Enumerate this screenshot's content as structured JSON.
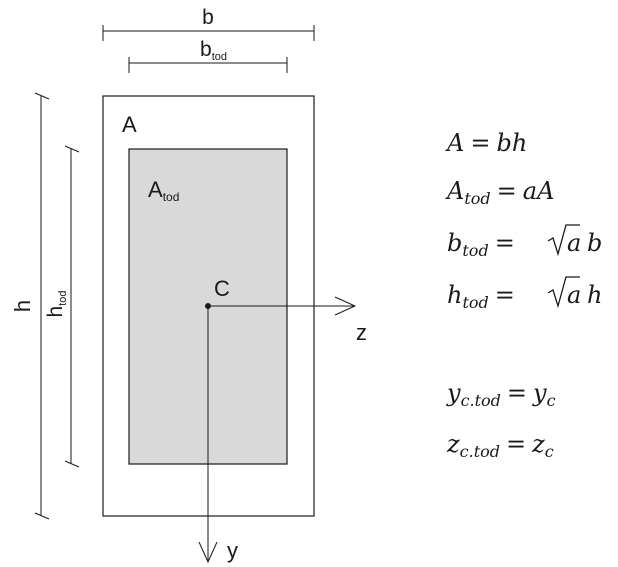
{
  "colors": {
    "line": "#1a1a1a",
    "inner_fill": "#d9d9d9",
    "background": "#ffffff"
  },
  "labels": {
    "b": "b",
    "b_tod_main": "b",
    "b_tod_sub": "tod",
    "A": "A",
    "A_tod_main": "A",
    "A_tod_sub": "tod",
    "C": "C",
    "h": "h",
    "h_tod_main": "h",
    "h_tod_sub": "tod",
    "z": "z",
    "y": "y"
  },
  "equations": {
    "eq1": {
      "lhs": "A",
      "rhs": "bh"
    },
    "eq2": {
      "lhs_main": "A",
      "lhs_sub": "tod",
      "rhs": "aA"
    },
    "eq3": {
      "lhs_main": "b",
      "lhs_sub": "tod",
      "radicand": "a",
      "factor": "b"
    },
    "eq4": {
      "lhs_main": "h",
      "lhs_sub": "tod",
      "radicand": "a",
      "factor": "h"
    },
    "eq5": {
      "lhs_main": "y",
      "lhs_sub": "c.tod",
      "rhs_main": "y",
      "rhs_sub": "c"
    },
    "eq6": {
      "lhs_main": "z",
      "lhs_sub": "c.tod",
      "rhs_main": "z",
      "rhs_sub": "c"
    }
  }
}
